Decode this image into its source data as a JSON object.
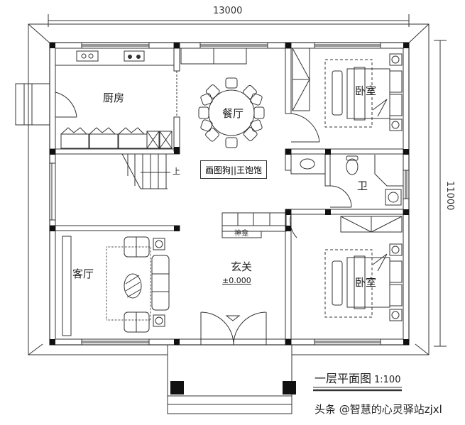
{
  "drawing": {
    "title": "一层平面图",
    "scale": "1:100",
    "watermark": "头条 @智慧的心灵驿站zjxl",
    "stroke_color": "#333333",
    "column_color": "#111111"
  },
  "dimensions": {
    "width": "13000",
    "depth": "11000"
  },
  "rooms": {
    "kitchen": "厨房",
    "dining": "餐厅",
    "bedroom_north": "卧室",
    "bathroom": "卫",
    "living": "客厅",
    "entry": "玄关",
    "bedroom_south": "卧室"
  },
  "annotations": {
    "designer_tag": "画图狗||王饱饱",
    "shrine": "神龛",
    "elevation": "±0.000",
    "stair_up": "上"
  }
}
